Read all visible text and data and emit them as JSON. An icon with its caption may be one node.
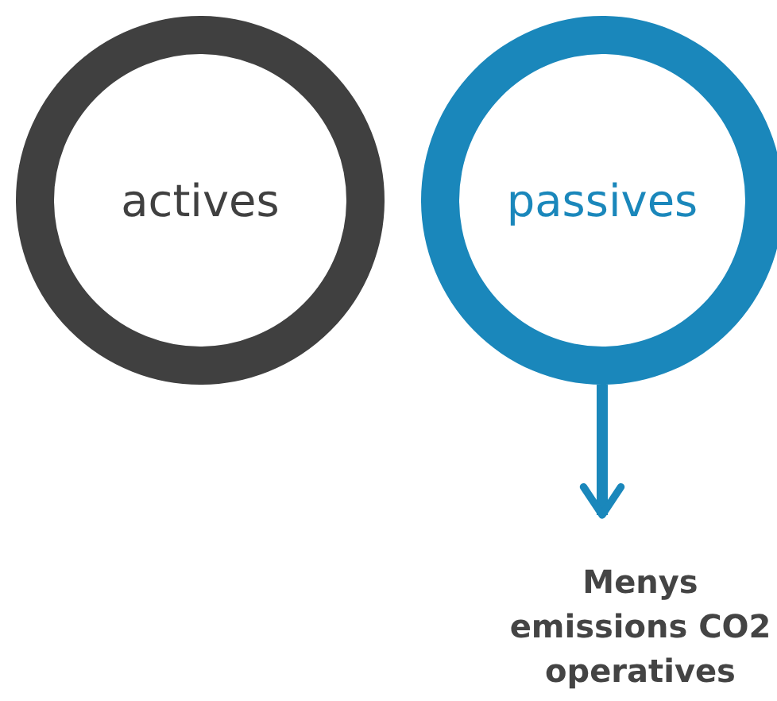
{
  "diagram": {
    "nodes": [
      {
        "text": [
          "actives"
        ]
      },
      {
        "text": [
          "passives"
        ]
      },
      {
        "text": [
          "Menys emissions CO2 operatives"
        ]
      }
    ],
    "edges": [
      {
        "from": 1,
        "to": 2,
        "arrow": "to"
      }
    ]
  }
}
